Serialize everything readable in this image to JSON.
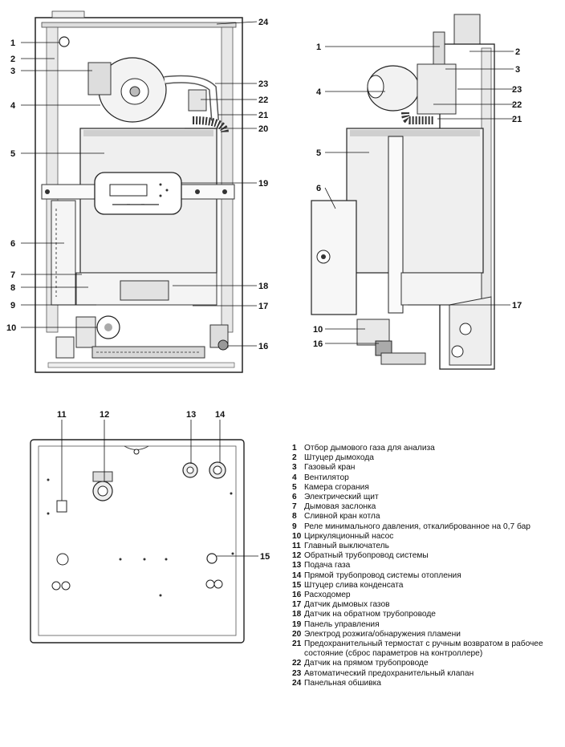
{
  "callouts": {
    "front": [
      "1",
      "2",
      "3",
      "4",
      "5",
      "6",
      "7",
      "8",
      "9",
      "10",
      "23",
      "22",
      "21",
      "20",
      "19",
      "18",
      "17",
      "16",
      "24"
    ],
    "side": [
      "1",
      "2",
      "3",
      "4",
      "23",
      "22",
      "21",
      "5",
      "6",
      "10",
      "16",
      "17"
    ],
    "bottom": [
      "11",
      "12",
      "13",
      "14",
      "15"
    ]
  },
  "panel": {
    "btn1": "——",
    "btn2": "——",
    "btn3": "——"
  },
  "legend": [
    {
      "num": "1",
      "text": "Отбор дымового газа для анализа"
    },
    {
      "num": "2",
      "text": "Штуцер дымохода"
    },
    {
      "num": "3",
      "text": "Газовый кран"
    },
    {
      "num": "4",
      "text": "Вентилятор"
    },
    {
      "num": "5",
      "text": "Камера сгорания"
    },
    {
      "num": "6",
      "text": "Электрический щит"
    },
    {
      "num": "7",
      "text": "Дымовая заслонка"
    },
    {
      "num": "8",
      "text": "Сливной кран котла"
    },
    {
      "num": "9",
      "text": "Реле минимального давления, откалиброванное на 0,7 бар"
    },
    {
      "num": "10",
      "text": "Циркуляционный насос"
    },
    {
      "num": "11",
      "text": "Главный выключатель"
    },
    {
      "num": "12",
      "text": "Обратный трубопровод системы"
    },
    {
      "num": "13",
      "text": "Подача газа"
    },
    {
      "num": "14",
      "text": "Прямой трубопровод системы отопления"
    },
    {
      "num": "15",
      "text": "Штуцер слива конденсата"
    },
    {
      "num": "16",
      "text": "Расходомер"
    },
    {
      "num": "17",
      "text": "Датчик дымовых газов"
    },
    {
      "num": "18",
      "text": "Датчик на обратном трубопроводе"
    },
    {
      "num": "19",
      "text": "Панель управления"
    },
    {
      "num": "20",
      "text": "Электрод розжига/обнаружения пламени"
    },
    {
      "num": "21",
      "text": "Предохранительный термостат с ручным возвратом в рабочее состояние (сброс параметров на контроллере)"
    },
    {
      "num": "22",
      "text": "Датчик на прямом трубопроводе"
    },
    {
      "num": "23",
      "text": "Автоматический предохранительный клапан"
    },
    {
      "num": "24",
      "text": "Панельная обшивка"
    }
  ]
}
